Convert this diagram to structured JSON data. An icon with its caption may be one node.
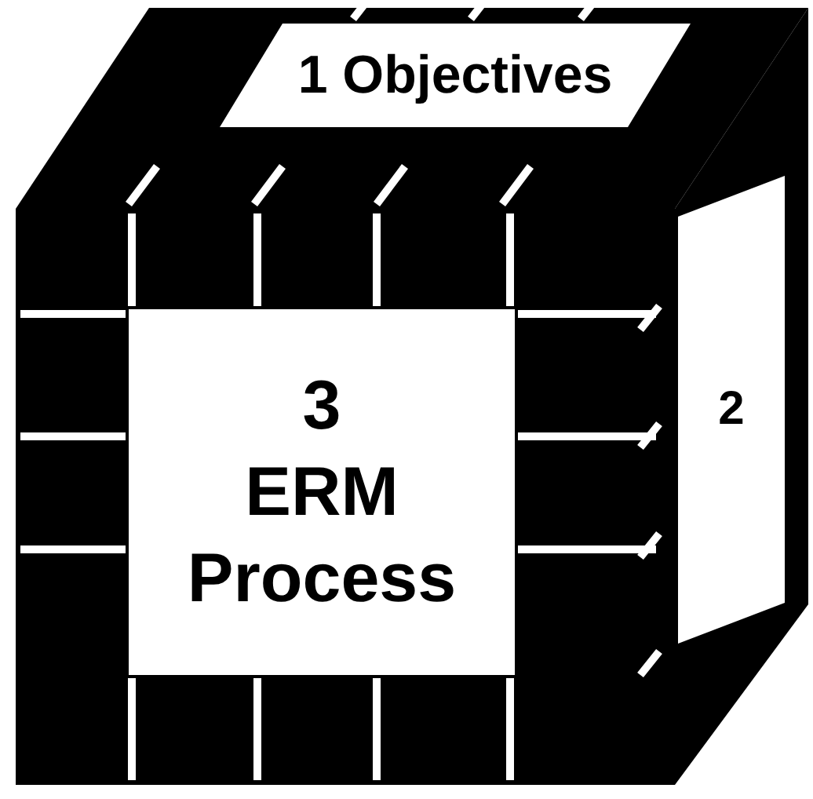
{
  "diagram": {
    "nodes": [
      {
        "text": [
          "1 Objectives"
        ]
      },
      {
        "text": [
          "3",
          "ERM Process"
        ]
      },
      {
        "text": [
          "2"
        ]
      }
    ]
  }
}
